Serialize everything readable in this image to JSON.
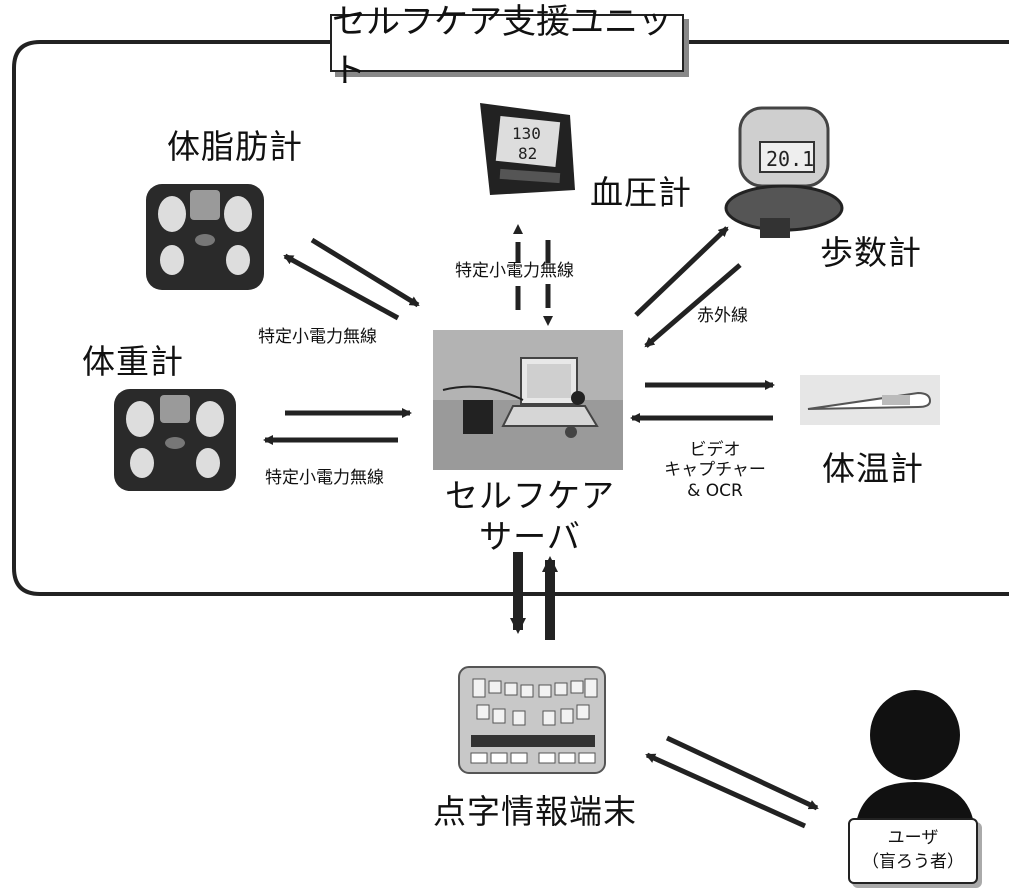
{
  "title": "セルフケア支援ユニット",
  "devices": {
    "body_fat_meter": "体脂肪計",
    "blood_pressure_meter": "血圧計",
    "pedometer": "歩数計",
    "scale": "体重計",
    "thermometer": "体温計",
    "bp_display_top": "130",
    "bp_display_bottom": "82",
    "pedometer_display": "20.1"
  },
  "server": {
    "line1": "セルフケア",
    "line2": "サーバ"
  },
  "braille_terminal": "点字情報端末",
  "user": {
    "line1": "ユーザ",
    "line2": "（盲ろう者）"
  },
  "links": {
    "body_fat": "特定小電力無線",
    "blood_pressure": "特定小電力無線",
    "scale": "特定小電力無線",
    "pedometer": "赤外線",
    "thermometer_line1": "ビデオ",
    "thermometer_line2": "キャプチャー",
    "thermometer_line3": "& OCR"
  }
}
